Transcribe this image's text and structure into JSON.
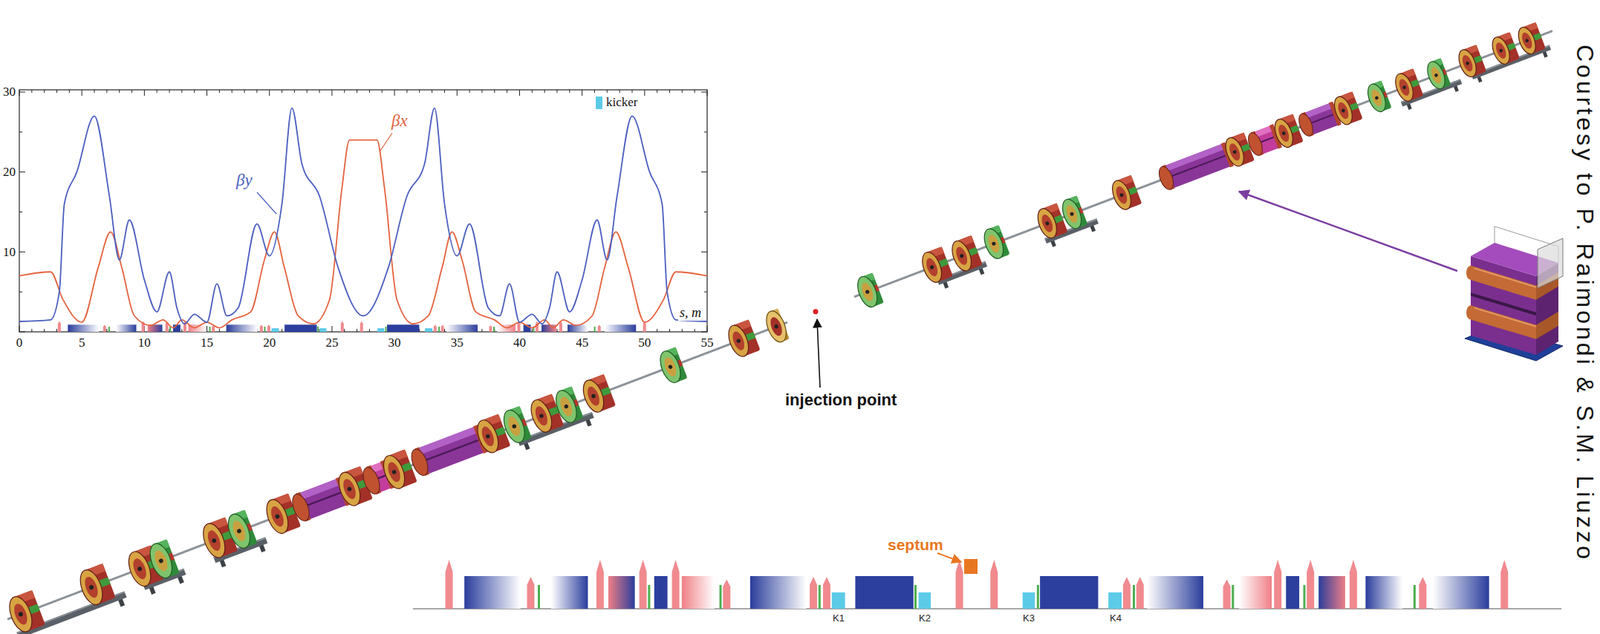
{
  "diagram": {
    "labels": [
      "30",
      "20",
      "10",
      "0",
      "5",
      "10",
      "15",
      "20",
      "25",
      "30",
      "35",
      "40",
      "45",
      "50",
      "55",
      "βy",
      "βx",
      "s, m",
      "injection point",
      "septum",
      "K1",
      "K2",
      "K3",
      "K4",
      "Courtesy to P. Raimondi & S.M. Liuzzo"
    ],
    "legend": [
      {
        "text": "kicker",
        "color": "#5ccbe8"
      }
    ]
  }
}
